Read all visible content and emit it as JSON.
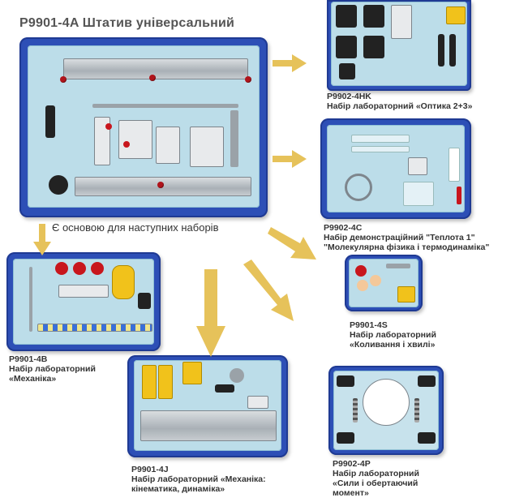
{
  "title": "P9901-4A Штатив універсальний",
  "subtitle": "Є основою для наступних наборів",
  "colors": {
    "case": "#2d4fb6",
    "tray": "#bcdde9",
    "arrow": "#e6c25a"
  },
  "sets": {
    "optics": {
      "code": "P9902-4HK",
      "line1": "Набір лабораторний «Оптика 2+3»"
    },
    "heat": {
      "code": "P9902-4C",
      "line1": "Набір демонстраційний \"Теплота 1\"",
      "line2": "\"Молекулярна фізика і термодинаміка\""
    },
    "mechanics": {
      "code": "P9901-4B",
      "line1": "Набір лабораторний",
      "line2": "«Механіка»"
    },
    "oscillations": {
      "code": "P9901-4S",
      "line1": "Набір лабораторний",
      "line2": "«Коливання і хвилі»"
    },
    "kinematics": {
      "code": "P9901-4J",
      "line1": "Набір лабораторний «Механіка:",
      "line2": "кінематика, динаміка»"
    },
    "forces": {
      "code": "P9902-4P",
      "line1": "Набір лабораторний",
      "line2": "«Сили і обертаючий",
      "line3": "момент»"
    }
  }
}
